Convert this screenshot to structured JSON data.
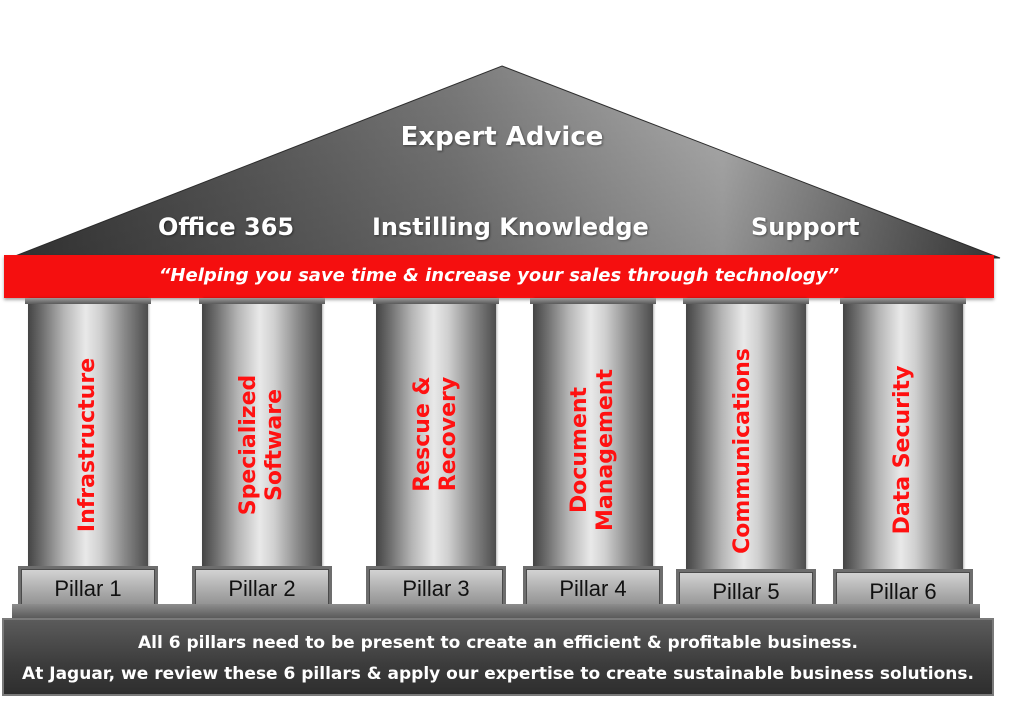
{
  "colors": {
    "banner": "#f50f0f",
    "pillar_label": "#ff1111",
    "roof_dark": "#3a3a3a",
    "roof_light": "#b0b0b0",
    "plinth": "#3c3c3c"
  },
  "roof": {
    "title": "Expert Advice",
    "left": "Office 365",
    "center": "Instilling Knowledge",
    "right": "Support"
  },
  "banner": {
    "text": "“Helping you save time & increase your sales through technology”"
  },
  "pillars": [
    {
      "lines": [
        "Infrastructure"
      ],
      "base": "Pillar 1"
    },
    {
      "lines": [
        "Specialized",
        "Software"
      ],
      "base": "Pillar 2"
    },
    {
      "lines": [
        "Rescue &",
        "Recovery"
      ],
      "base": "Pillar 3"
    },
    {
      "lines": [
        "Document",
        "Management"
      ],
      "base": "Pillar 4"
    },
    {
      "lines": [
        "Communications"
      ],
      "base": "Pillar 5"
    },
    {
      "lines": [
        "Data Security"
      ],
      "base": "Pillar 6"
    }
  ],
  "plinth": {
    "line1": "All 6 pillars  need to be present to create an efficient & profitable business.",
    "line2": "At Jaguar, we review these 6 pillars & apply our expertise to create sustainable business solutions."
  }
}
